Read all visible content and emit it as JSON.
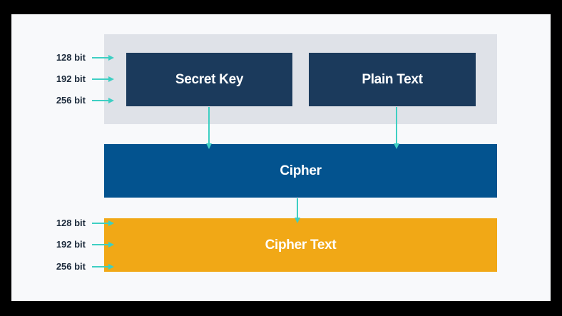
{
  "diagram": {
    "secret_key": "Secret Key",
    "plain_text": "Plain Text",
    "cipher": "Cipher",
    "cipher_text": "Cipher Text",
    "key_sizes": [
      "128 bit",
      "192 bit",
      "256 bit"
    ],
    "output_sizes": [
      "128 bit",
      "192 bit",
      "256 bit"
    ]
  },
  "colors": {
    "frame": "#000000",
    "background": "#f8f9fb",
    "panel": "#dfe2e8",
    "navy_box": "#1b3a5c",
    "cipher_box": "#03538f",
    "output_box": "#f1a816",
    "arrow": "#3ecfc3",
    "label_text": "#1c2a3b"
  }
}
